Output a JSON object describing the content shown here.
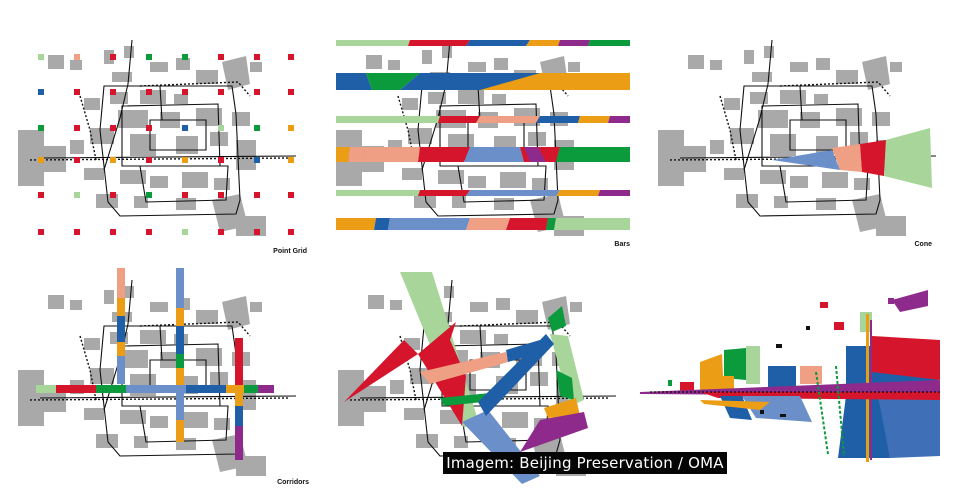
{
  "panels": [
    {
      "id": "point-grid",
      "label": "Point Grid"
    },
    {
      "id": "bars",
      "label": "Bars"
    },
    {
      "id": "cone",
      "label": "Cone"
    },
    {
      "id": "corridors",
      "label": "Corridors"
    },
    {
      "id": "fan",
      "label": ""
    },
    {
      "id": "perspective",
      "label": ""
    }
  ],
  "credit": "Imagem: Beijing Preservation / OMA",
  "colors": {
    "red": "#d5152b",
    "blue": "#1f5fa8",
    "light_blue": "#6b8fc9",
    "green": "#0b9a3c",
    "light_green": "#a7d59a",
    "orange": "#ec9d16",
    "salmon": "#ef9f83",
    "purple": "#8e2a8b",
    "gray": "#a7a7a7"
  }
}
